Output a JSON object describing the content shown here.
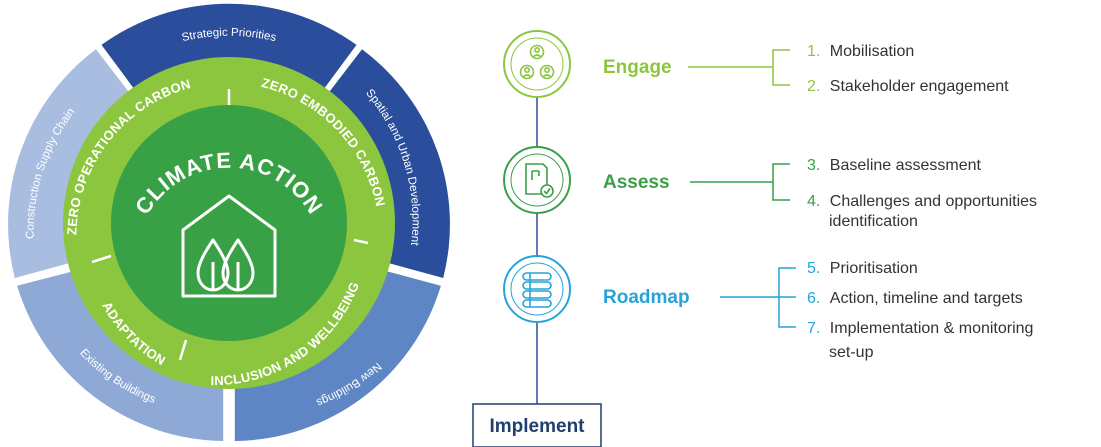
{
  "wheel": {
    "core_title": "CLIMATE ACTION",
    "outer_segments": [
      {
        "label": "Strategic Priorities"
      },
      {
        "label": "Spatial and Urban Development"
      },
      {
        "label": "New Buildings"
      },
      {
        "label": "Existing Buildings"
      },
      {
        "label": "Construction Supply Chain"
      }
    ],
    "inner_segments": [
      {
        "label": "ZERO OPERATIONAL CARBON"
      },
      {
        "label": "ZERO EMBODIED CARBON"
      },
      {
        "label": "INCLUSION AND WELLBEING"
      },
      {
        "label": "ADAPTATION"
      }
    ],
    "colors": {
      "outer_dark": "#2a4e9b",
      "outer_mid": "#5f86c4",
      "outer_light": "#8fa9d6",
      "inner_ring": "#8cc63f",
      "core": "#38a045"
    }
  },
  "roadmap": {
    "stages": [
      {
        "label": "Engage",
        "color": "#8cc63f",
        "icon": "people-group-icon",
        "steps": [
          {
            "num": "1.",
            "text": "Mobilisation"
          },
          {
            "num": "2.",
            "text": "Stakeholder engagement"
          }
        ]
      },
      {
        "label": "Assess",
        "color": "#3aa048",
        "icon": "document-check-icon",
        "steps": [
          {
            "num": "3.",
            "text": "Baseline assessment"
          },
          {
            "num": "4.",
            "text": "Challenges and opportunities",
            "text2": "identification"
          }
        ]
      },
      {
        "label": "Roadmap",
        "color": "#27a3d9",
        "icon": "list-icon",
        "steps": [
          {
            "num": "5.",
            "text": "Prioritisation"
          },
          {
            "num": "6.",
            "text": "Action, timeline and targets"
          },
          {
            "num": "7.",
            "text": "Implementation & monitoring",
            "text2": "set-up"
          }
        ]
      }
    ],
    "implement_label": "Implement",
    "implement_color": "#1f3f6e"
  }
}
